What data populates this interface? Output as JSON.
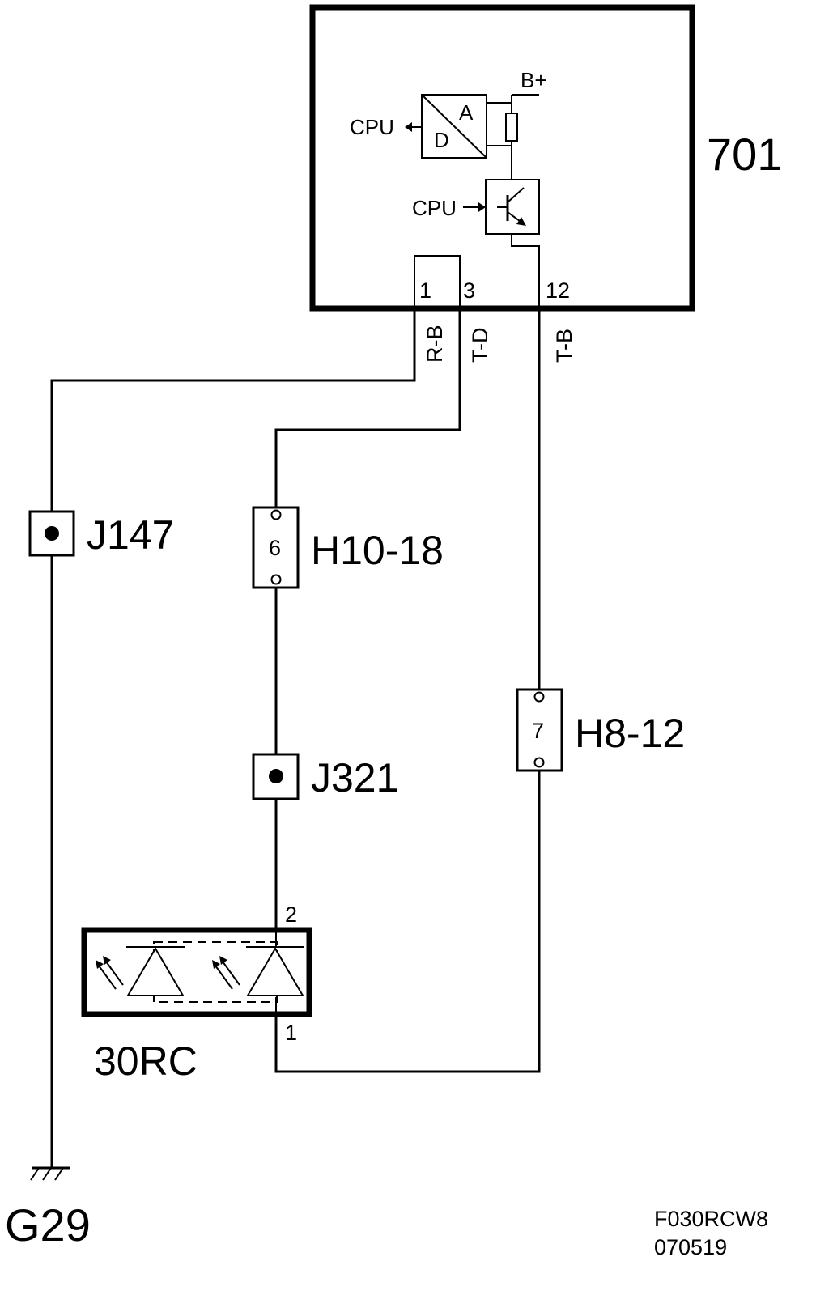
{
  "module": {
    "id": "701",
    "supply": "B+",
    "adc": {
      "cpu": "CPU",
      "a": "A",
      "d": "D"
    },
    "driver": {
      "cpu": "CPU"
    },
    "pins": [
      "1",
      "3",
      "12"
    ],
    "wires": [
      "R-B",
      "T-D",
      "T-B"
    ]
  },
  "junctions": {
    "j147": "J147",
    "j321": "J321"
  },
  "connectors": {
    "h10": {
      "name": "H10-18",
      "pin": "6"
    },
    "h8": {
      "name": "H8-12",
      "pin": "7"
    }
  },
  "component": {
    "name": "30RC",
    "pin_top": "2",
    "pin_bottom": "1"
  },
  "ground": "G29",
  "footer": {
    "code": "F030RCW8",
    "date": "070519"
  }
}
